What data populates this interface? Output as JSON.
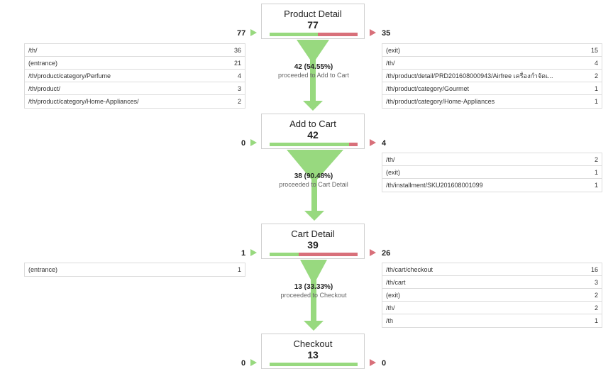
{
  "steps": [
    {
      "name": "Product Detail",
      "count": "77",
      "in": "77",
      "out": "35",
      "bar_green": 0.55,
      "in_rows": [
        {
          "label": "/th/",
          "value": "36"
        },
        {
          "label": "(entrance)",
          "value": "21"
        },
        {
          "label": "/th/product/category/Perfume",
          "value": "4"
        },
        {
          "label": "/th/product/",
          "value": "3"
        },
        {
          "label": "/th/product/category/Home-Appliances/",
          "value": "2"
        }
      ],
      "out_rows": [
        {
          "label": "(exit)",
          "value": "15"
        },
        {
          "label": "/th/",
          "value": "4"
        },
        {
          "label": "/th/product/detail/PRD201608000943/Airfree เครื่องกำจัดเ...",
          "value": "2"
        },
        {
          "label": "/th/product/category/Gourmet",
          "value": "1"
        },
        {
          "label": "/th/product/category/Home-Appliances",
          "value": "1"
        }
      ],
      "proceed": {
        "value": "42 (54.55%)",
        "text": "proceeded to Add to Cart"
      }
    },
    {
      "name": "Add to Cart",
      "count": "42",
      "in": "0",
      "out": "4",
      "bar_green": 0.9,
      "in_rows": [],
      "out_rows": [
        {
          "label": "/th/",
          "value": "2"
        },
        {
          "label": "(exit)",
          "value": "1"
        },
        {
          "label": "/th/installment/SKU201608001099",
          "value": "1"
        }
      ],
      "proceed": {
        "value": "38 (90.48%)",
        "text": "proceeded to Cart Detail"
      }
    },
    {
      "name": "Cart Detail",
      "count": "39",
      "in": "1",
      "out": "26",
      "bar_green": 0.33,
      "in_rows": [
        {
          "label": "(entrance)",
          "value": "1"
        }
      ],
      "out_rows": [
        {
          "label": "/th/cart/checkout",
          "value": "16"
        },
        {
          "label": "/th/cart",
          "value": "3"
        },
        {
          "label": "(exit)",
          "value": "2"
        },
        {
          "label": "/th/",
          "value": "2"
        },
        {
          "label": "/th",
          "value": "1"
        }
      ],
      "proceed": {
        "value": "13 (33.33%)",
        "text": "proceeded to Checkout"
      }
    },
    {
      "name": "Checkout",
      "count": "13",
      "in": "0",
      "out": "0",
      "bar_green": 1.0,
      "in_rows": [],
      "out_rows": [],
      "proceed": null
    }
  ],
  "colors": {
    "green": "#98d97f",
    "red": "#d8707a",
    "border": "#cfcfcf"
  }
}
